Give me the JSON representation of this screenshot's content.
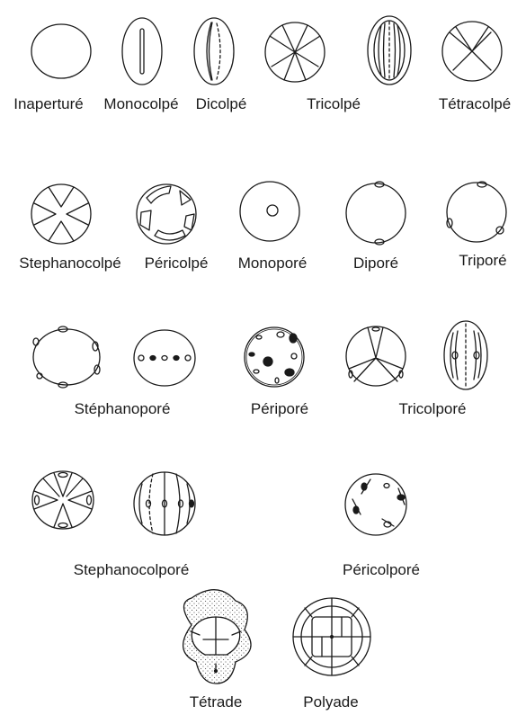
{
  "diagram": {
    "rows": [
      {
        "types": [
          {
            "key": "inaperture",
            "label": "Inaperturé"
          },
          {
            "key": "monocolpe",
            "label": "Monocolpé"
          },
          {
            "key": "dicolpe",
            "label": "Dicolpé"
          },
          {
            "key": "tricolpe",
            "label": "Tricolpé"
          },
          {
            "key": "tetracolpe",
            "label": "Tétracolpé"
          }
        ]
      },
      {
        "types": [
          {
            "key": "stephanocolpe",
            "label": "Stephanocolpé"
          },
          {
            "key": "pericolpe",
            "label": "Péricolpé"
          },
          {
            "key": "monopore",
            "label": "Monoporé"
          },
          {
            "key": "dipore",
            "label": "Diporé"
          },
          {
            "key": "tripore",
            "label": "Triporé"
          }
        ]
      },
      {
        "types": [
          {
            "key": "stephanopore",
            "label": "Stéphanoporé"
          },
          {
            "key": "peripore",
            "label": "Périporé"
          },
          {
            "key": "tricolpore",
            "label": "Tricolporé"
          }
        ]
      },
      {
        "types": [
          {
            "key": "stephanocolpore",
            "label": "Stephanocolporé"
          },
          {
            "key": "pericolpore",
            "label": "Péricolporé"
          }
        ]
      },
      {
        "types": [
          {
            "key": "tetrade",
            "label": "Tétrade"
          },
          {
            "key": "polyade",
            "label": "Polyade"
          }
        ]
      }
    ]
  }
}
